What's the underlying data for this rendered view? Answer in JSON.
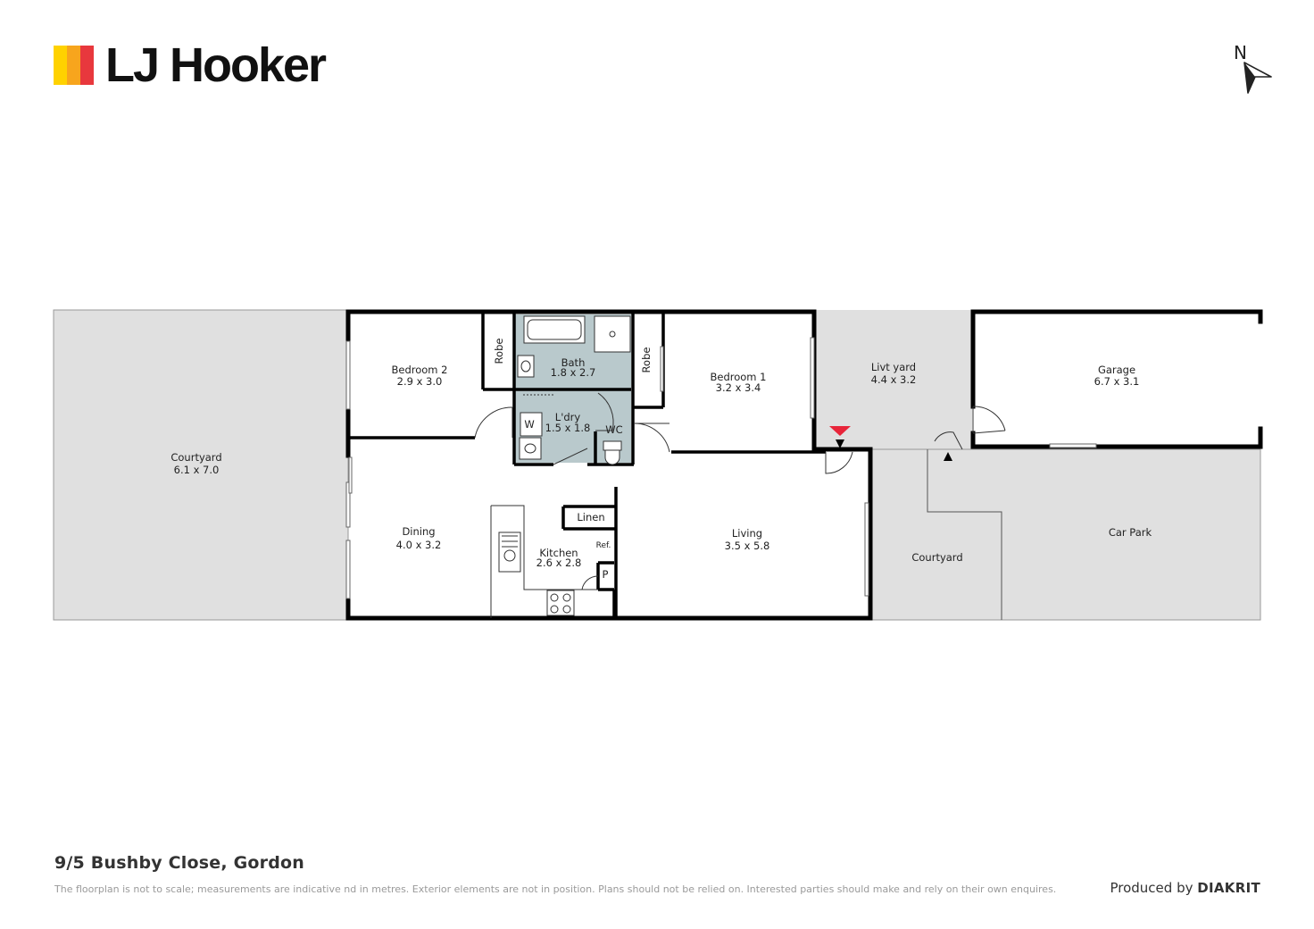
{
  "brand": {
    "name": "LJ Hooker",
    "bar_colors": [
      "#ffd200",
      "#f7a51d",
      "#e8383d"
    ]
  },
  "compass": {
    "label": "N"
  },
  "rooms": {
    "courtyard_west": {
      "name": "Courtyard",
      "size": "6.1 x 7.0"
    },
    "bedroom2": {
      "name": "Bedroom 2",
      "size": "2.9 x 3.0"
    },
    "robe_left": {
      "name": "Robe"
    },
    "bath": {
      "name": "Bath",
      "size": "1.8 x 2.7"
    },
    "laundry": {
      "name": "L'dry",
      "size": "1.5 x 1.8"
    },
    "washer": {
      "name": "W"
    },
    "wc": {
      "name": "WC"
    },
    "robe_right": {
      "name": "Robe"
    },
    "bedroom1": {
      "name": "Bedroom 1",
      "size": "3.2 x 3.4"
    },
    "livt_yard": {
      "name": "Livt yard",
      "size": "4.4 x 3.2"
    },
    "garage": {
      "name": "Garage",
      "size": "6.7 x 3.1"
    },
    "dining": {
      "name": "Dining",
      "size": "4.0 x 3.2"
    },
    "linen": {
      "name": "Linen"
    },
    "fridge": {
      "name": "Ref."
    },
    "kitchen": {
      "name": "Kitchen",
      "size": "2.6 x 2.8"
    },
    "pantry": {
      "name": "P"
    },
    "living": {
      "name": "Living",
      "size": "3.5 x 5.8"
    },
    "courtyard_east": {
      "name": "Courtyard"
    },
    "car_park": {
      "name": "Car Park"
    }
  },
  "colors": {
    "outdoor_fill": "#e0e0e0",
    "wet_area_fill": "#b9c9cc",
    "wall": "#000000",
    "entry_marker": "#e8253a"
  },
  "footer": {
    "address": "9/5 Bushby Close, Gordon",
    "disclaimer": "The floorplan is not to scale; measurements are indicative nd in metres. Exterior elements are not in position. Plans should not be relied on. Interested parties should make and rely on their own enquires.",
    "produced_by": "Produced by",
    "producer": "DIAKRIT"
  }
}
